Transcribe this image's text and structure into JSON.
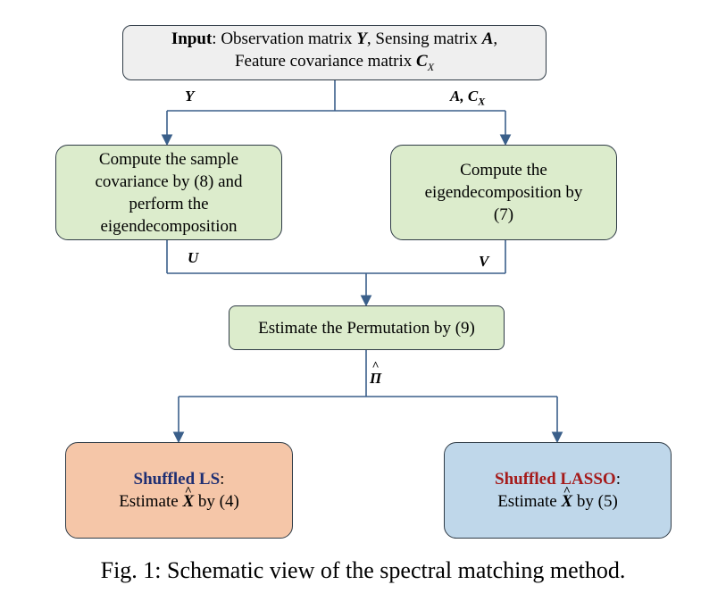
{
  "input": {
    "heading": "Input",
    "line1_text": ": Observation matrix ",
    "var_y": "Y",
    "line1_mid": ", Sensing matrix ",
    "var_a": "A",
    "line1_end": ",",
    "line2_text": "Feature covariance matrix ",
    "var_c": "C",
    "var_c_sub": "X"
  },
  "edges": {
    "y_label": "Y",
    "ac_label_a": "A",
    "ac_label_c": "C",
    "ac_label_sub": "X",
    "u_label": "U",
    "v_label": "V",
    "pi_label": "Π"
  },
  "sample_cov": {
    "line1": "Compute the sample",
    "line2": "covariance by (8) and",
    "line3": "perform the",
    "line4": "eigendecomposition"
  },
  "eigen": {
    "line1": "Compute the",
    "line2": "eigendecomposition by",
    "line3": "(7)"
  },
  "permutation": {
    "label": "Estimate the Permutation by (9)"
  },
  "shuffled_ls": {
    "name": "Shuffled LS",
    "colon": ":",
    "prefix": "Estimate ",
    "var": "X",
    "suffix": " by (4)",
    "name_color": "#1f2f73",
    "fill": "#f5c6a8"
  },
  "shuffled_lasso": {
    "name": "Shuffled LASSO",
    "colon": ":",
    "prefix": "Estimate ",
    "var": "X",
    "suffix": " by (5)",
    "name_color": "#a51b1b",
    "fill": "#bfd7ea"
  },
  "caption": "Fig. 1: Schematic view of the spectral matching method."
}
